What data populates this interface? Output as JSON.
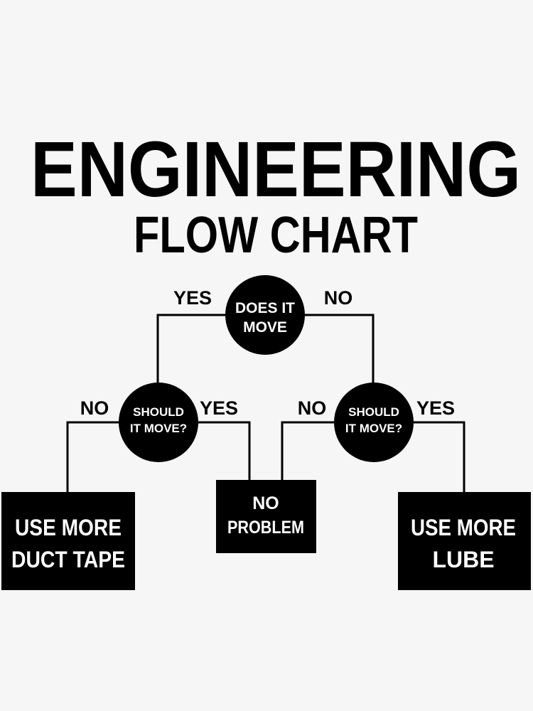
{
  "title": "ENGINEERING",
  "subtitle": "FLOW CHART",
  "nodes": {
    "root": {
      "line1": "DOES IT",
      "line2": "MOVE"
    },
    "left_question": {
      "line1": "SHOULD",
      "line2": "IT MOVE?"
    },
    "right_question": {
      "line1": "SHOULD",
      "line2": "IT MOVE?"
    },
    "duct_tape": {
      "line1": "USE MORE",
      "line2": "DUCT TAPE"
    },
    "no_problem": {
      "line1": "NO",
      "line2": "PROBLEM"
    },
    "lube": {
      "line1": "USE MORE",
      "line2": "LUBE"
    }
  },
  "edge_labels": {
    "root_yes": "YES",
    "root_no": "NO",
    "left_no": "NO",
    "left_yes": "YES",
    "right_no": "NO",
    "right_yes": "YES"
  }
}
